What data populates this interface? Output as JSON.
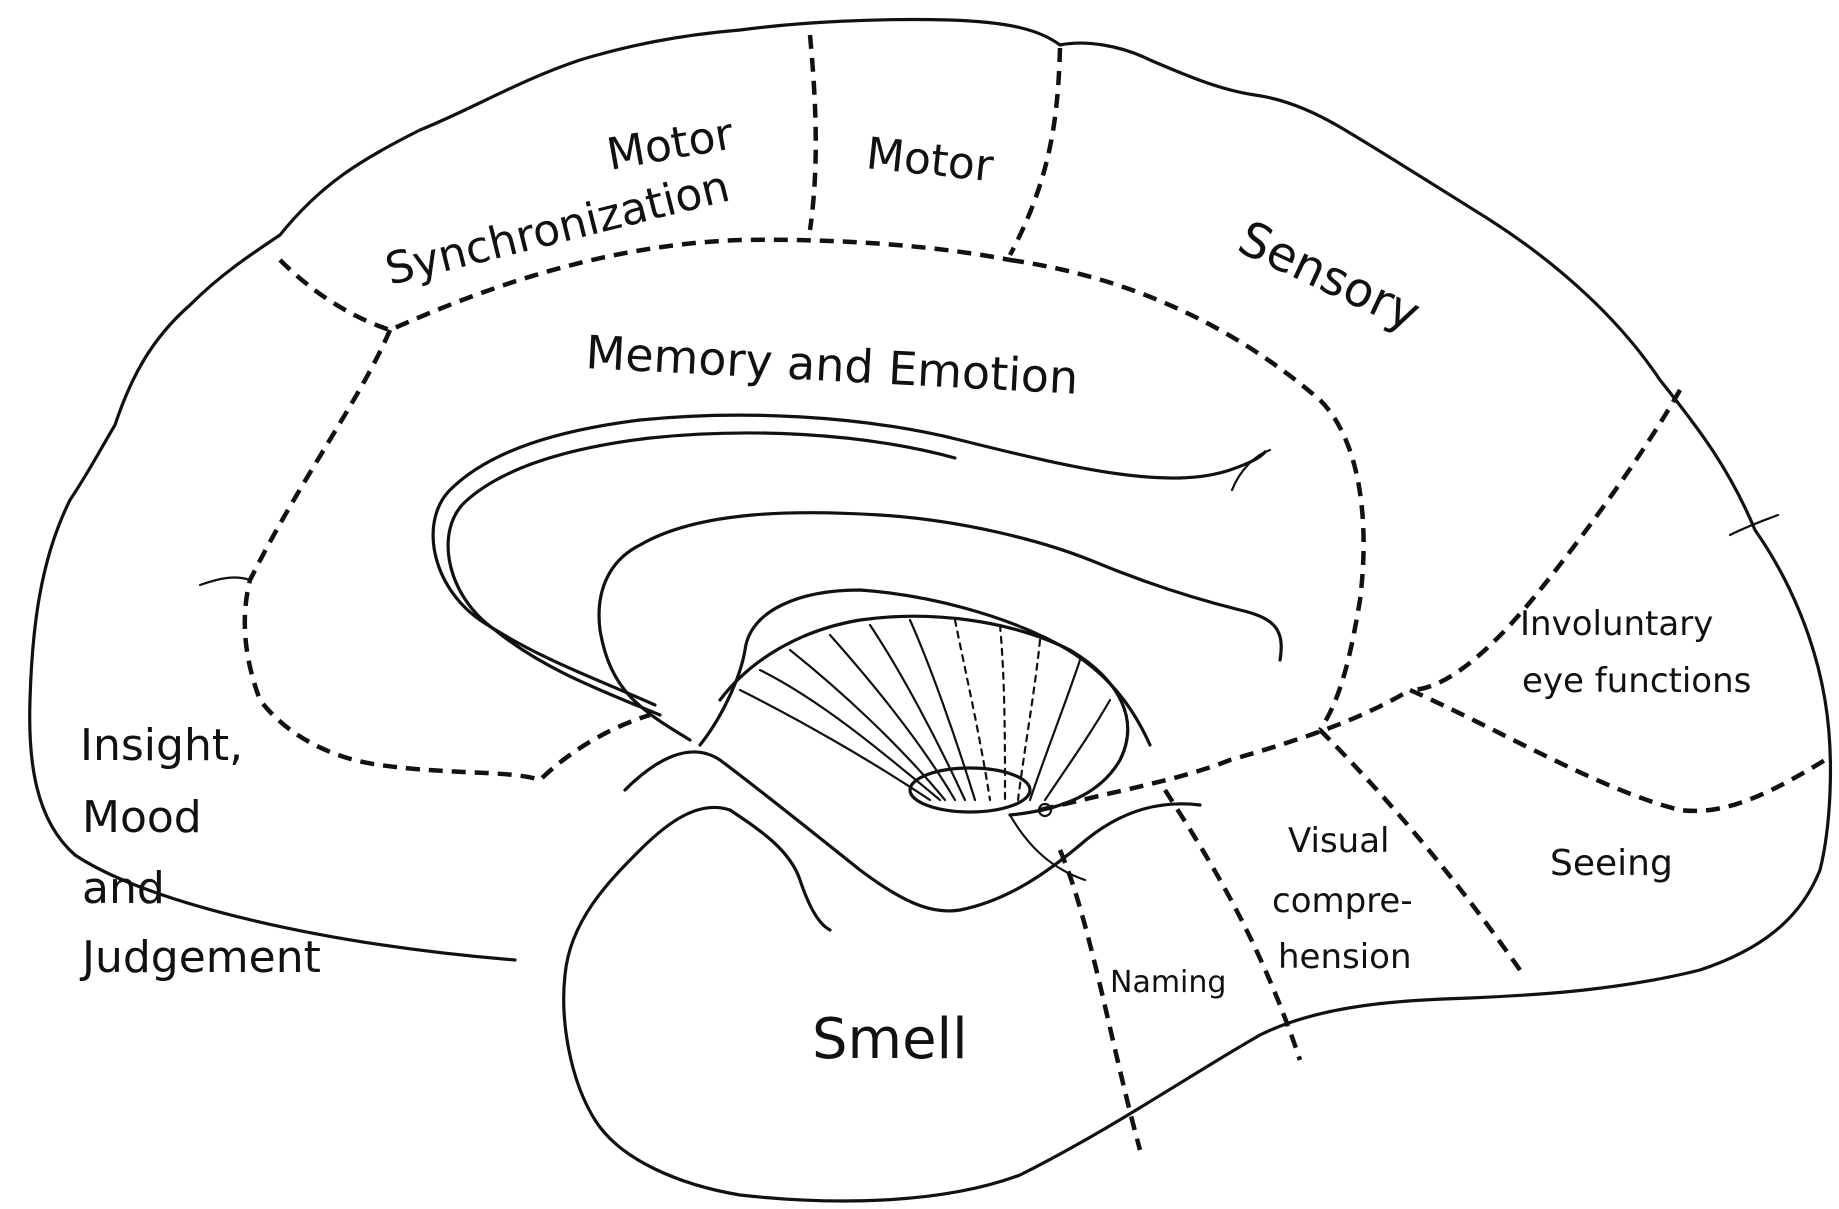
{
  "labels": {
    "motor_synchronization_line1": "Motor",
    "motor_synchronization_line2": "Synchronization",
    "motor": "Motor",
    "sensory": "Sensory",
    "memory_and_emotion": "Memory and Emotion",
    "insight_line1": "Insight,",
    "insight_line2": "Mood",
    "insight_line3": "and",
    "insight_line4": "Judgement",
    "involuntary_line1": "Involuntary",
    "involuntary_line2": "eye functions",
    "visual_line1": "Visual",
    "visual_line2": "compre-",
    "visual_line3": "hension",
    "seeing": "Seeing",
    "naming": "Naming",
    "smell": "Smell"
  }
}
